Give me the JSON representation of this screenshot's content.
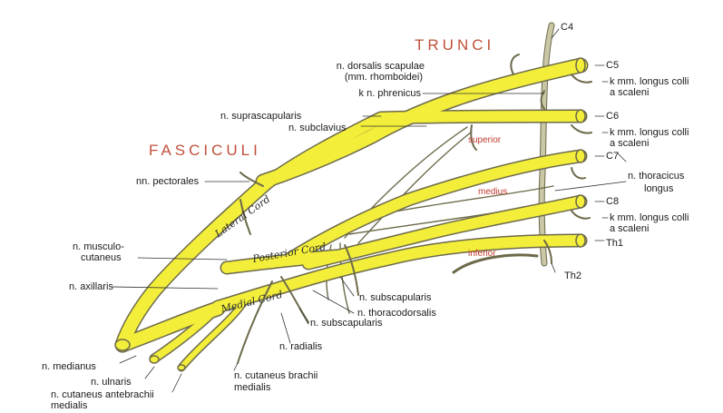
{
  "headings": {
    "trunci": "TRUNCI",
    "fasciculi": "FASCICULI"
  },
  "roots": {
    "c4": "C4",
    "c5": "C5",
    "c6": "C6",
    "c7": "C7",
    "c8": "C8",
    "th1": "Th1",
    "th2": "Th2"
  },
  "trunks": {
    "superior": "superior",
    "medius": "medius",
    "inferior": "inferior"
  },
  "cords": {
    "lateral": "Lateral  Cord",
    "posterior": "Posterior  Cord",
    "medial": "Medial  Cord"
  },
  "labels": {
    "dorsalis_scapulae_1": "n. dorsalis scapulae",
    "dorsalis_scapulae_2": "(mm. rhomboidei)",
    "phrenicus": "k n. phrenicus",
    "suprascapularis": "n. suprascapularis",
    "subclavius": "n. subclavius",
    "longus_colli_c5_1": "k mm. longus colli",
    "longus_colli_c5_2": "a scaleni",
    "longus_colli_c6_1": "k mm. longus colli",
    "longus_colli_c6_2": "a scaleni",
    "thoracicus_longus_1": "n. thoracicus",
    "thoracicus_longus_2": "longus",
    "longus_colli_c8_1": "k mm. longus colli",
    "longus_colli_c8_2": "a scaleni",
    "pectorales": "nn. pectorales",
    "musculocutaneus_1": "n. musculo-",
    "musculocutaneus_2": "cutaneus",
    "axillaris": "n. axillaris",
    "subscapularis_upper": "n. subscapularis",
    "thoracodorsalis": "n. thoracodorsalis",
    "subscapularis_lower": "n. subscapularis",
    "radialis": "n. radialis",
    "medianus": "n. medianus",
    "ulnaris": "n. ulnaris",
    "cutaneus_antebrachii_1": "n. cutaneus antebrachii",
    "cutaneus_antebrachii_2": "medialis",
    "cutaneus_brachii_1": "n. cutaneus brachii",
    "cutaneus_brachii_2": "medialis"
  },
  "colors": {
    "nerve": "#f3ee3a",
    "nerve_outline": "#6d6a4a",
    "heading": "#c0503a",
    "trunk_label": "#c0392b",
    "spine": "#9a9880"
  }
}
